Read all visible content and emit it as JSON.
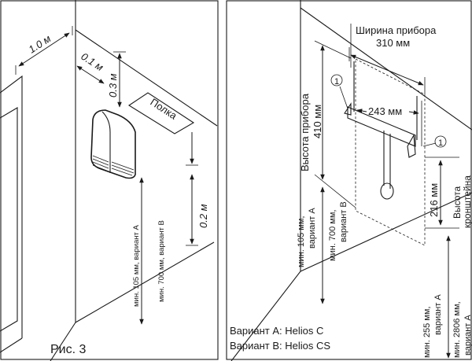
{
  "fig3": {
    "caption": "Рис. 3",
    "dim_1m": "1.0 м",
    "dim_01m": "0.1 м",
    "dim_03m": "0.3 м",
    "shelf": "Полка",
    "dim_02m": "0.2 м",
    "min_a": "мин. 105 мм, вариант А",
    "min_b": "мин. 700 мм, вариант В"
  },
  "fig4": {
    "width_label": "Ширина прибора",
    "width_value": "310 мм",
    "height_label": "Высота прибора",
    "height_value": "410 мм",
    "bracket_span": "243 мм",
    "callout": "1",
    "bracket_height_value": "216 мм",
    "bracket_height_label_1": "Высота",
    "bracket_height_label_2": "кронштейна",
    "left_min_a_1": "мин. 105 мм,",
    "left_min_a_2": "вариант А",
    "left_min_b_1": "мин. 700 мм,",
    "left_min_b_2": "вариант В",
    "floor_a_1": "мин. 255 мм,",
    "floor_a_2": "вариант А",
    "floor_b_1": "мин. 2806 мм,",
    "floor_b_2": "вариант А",
    "variant_a": "Вариант  А: Helios C",
    "variant_b": "Вариант  В: Helios CS"
  }
}
